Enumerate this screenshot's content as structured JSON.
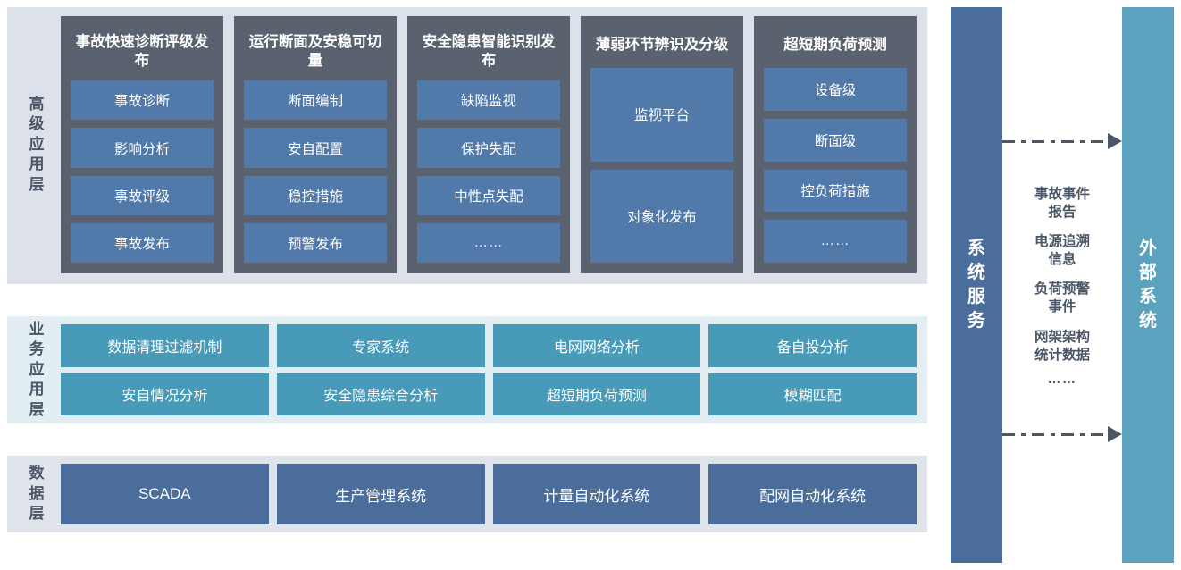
{
  "layers": {
    "advanced": {
      "label": "高级应用层",
      "label_chars": [
        "高",
        "级",
        "应",
        "用",
        "层"
      ],
      "columns": [
        {
          "title": "事故快速诊断评级发布",
          "items": [
            {
              "text": "事故诊断",
              "tall": false
            },
            {
              "text": "影响分析",
              "tall": false
            },
            {
              "text": "事故评级",
              "tall": false
            },
            {
              "text": "事故发布",
              "tall": false
            }
          ]
        },
        {
          "title": "运行断面及安稳可切量",
          "items": [
            {
              "text": "断面编制",
              "tall": false
            },
            {
              "text": "安自配置",
              "tall": false
            },
            {
              "text": "稳控措施",
              "tall": false
            },
            {
              "text": "预警发布",
              "tall": false
            }
          ]
        },
        {
          "title": "安全隐患智能识别发布",
          "items": [
            {
              "text": "缺陷监视",
              "tall": false
            },
            {
              "text": "保护失配",
              "tall": false
            },
            {
              "text": "中性点失配",
              "tall": false
            },
            {
              "text": "……",
              "tall": false
            }
          ]
        },
        {
          "title": "薄弱环节辨识及分级",
          "items": [
            {
              "text": "监视平台",
              "tall": true
            },
            {
              "text": "对象化发布",
              "tall": true
            }
          ]
        },
        {
          "title": "超短期负荷预测",
          "items": [
            {
              "text": "设备级",
              "tall": false
            },
            {
              "text": "断面级",
              "tall": false
            },
            {
              "text": "控负荷措施",
              "tall": false
            },
            {
              "text": "……",
              "tall": false
            }
          ]
        }
      ]
    },
    "business": {
      "label": "业务应用层",
      "label_chars": [
        "业",
        "务",
        "应",
        "用",
        "层"
      ],
      "items": [
        "数据清理过滤机制",
        "专家系统",
        "电网网络分析",
        "备自投分析",
        "安自情况分析",
        "安全隐患综合分析",
        "超短期负荷预测",
        "模糊匹配"
      ]
    },
    "data": {
      "label": "数据层",
      "label_chars": [
        "数",
        "据",
        "层"
      ],
      "items": [
        "SCADA",
        "生产管理系统",
        "计量自动化系统",
        "配网自动化系统"
      ]
    }
  },
  "right": {
    "services_bar": {
      "label": "系统服务",
      "label_chars": [
        "系",
        "统",
        "服",
        "务"
      ]
    },
    "external_bar": {
      "label": "外部系统",
      "label_chars": [
        "外",
        "部",
        "系",
        "统"
      ]
    },
    "flow_labels": [
      "事故事件\n报告",
      "电源追溯\n信息",
      "负荷预警\n事件",
      "网架架构\n统计数据"
    ],
    "flow_labels_lines": [
      [
        "事故事件",
        "报告"
      ],
      [
        "电源追溯",
        "信息"
      ],
      [
        "负荷预警",
        "事件"
      ],
      [
        "网架架构",
        "统计数据"
      ]
    ],
    "flow_ellipsis": "……",
    "arrows": [
      {
        "direction": "right",
        "style": "dash-dot"
      },
      {
        "direction": "right",
        "style": "dash-dot"
      }
    ]
  },
  "colors": {
    "panel_advanced_bg": "#dde2ea",
    "panel_business_bg": "#e3eef2",
    "panel_data_bg": "#dfe3ea",
    "app_column_bg": "#5a6270",
    "app_item_bg": "#5179a9",
    "business_item_bg": "#479ab8",
    "data_item_bg": "#4a6d9b",
    "services_bar_bg": "#4a6d9b",
    "external_bar_bg": "#5aa2bd",
    "label_text": "#4b5666",
    "arrow": "#4b5666"
  }
}
